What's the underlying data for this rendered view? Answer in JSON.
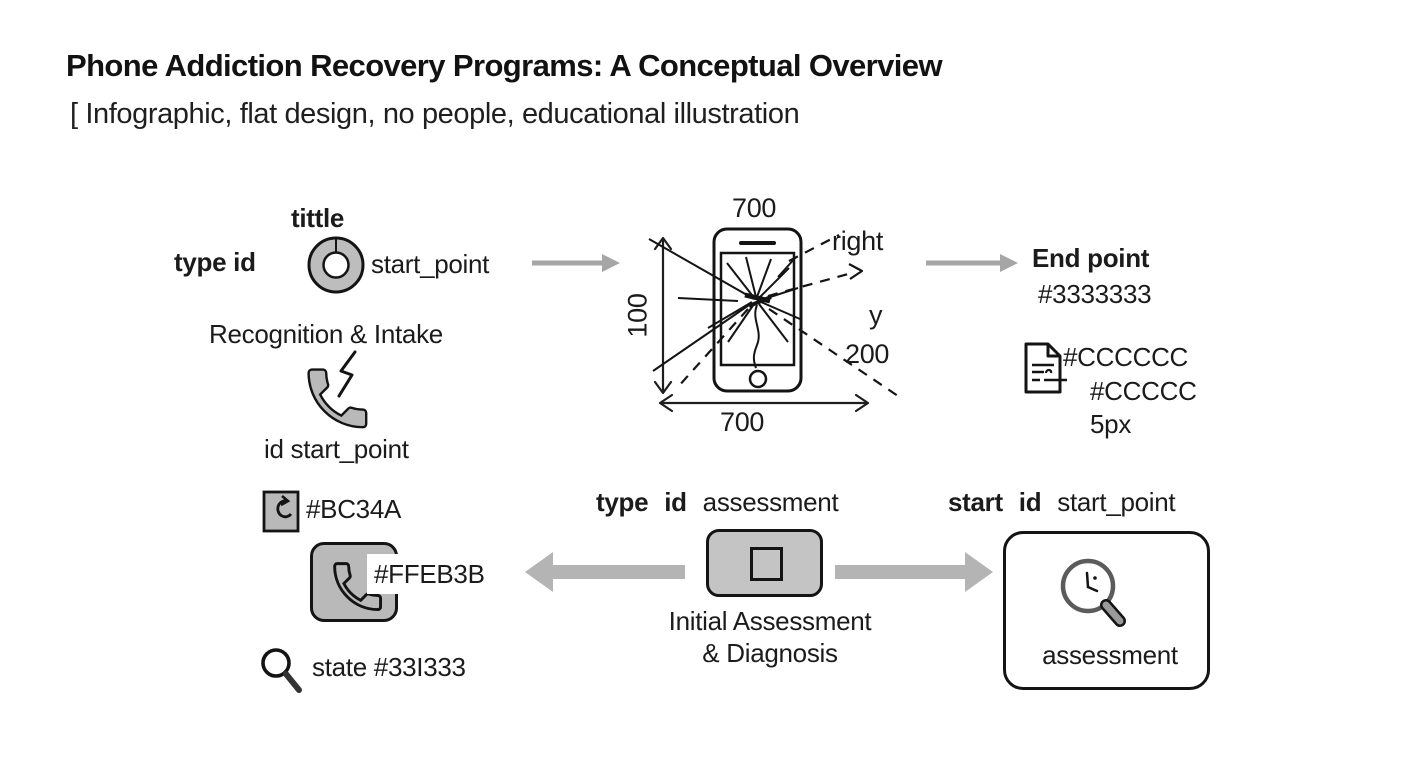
{
  "header": {
    "title": "Phone Addiction Recovery Programs: A Conceptual Overview",
    "subtitle": "[ Infographic, flat design, no people, educational illustration"
  },
  "stage_intake": {
    "tittle": "tittle",
    "type_id": "type id",
    "start_point": "start_point",
    "name": "Recognition & Intake",
    "id_caption": "id start_point"
  },
  "phone_figure": {
    "top_width": "700",
    "left_height": "100",
    "bottom_width": "700",
    "right_label": "right",
    "y_label": "y",
    "y_value": "200"
  },
  "end_point": {
    "title": "End point",
    "hex": "#3333333",
    "doc_hex1": "#CCCCCC",
    "doc_hex2": "#CCCCC",
    "stroke": "5px"
  },
  "swatches": {
    "hex_green": "#BC34A",
    "hex_yellow": "#FFEB3B",
    "state": "state #33I333"
  },
  "assessment_node": {
    "type_word": "type",
    "id_word": "id",
    "id_value": "assessment",
    "caption1": "Initial Assessment",
    "caption2": "& Diagnosis"
  },
  "start_node": {
    "start_word": "start",
    "id_word": "id",
    "id_value": "start_point",
    "label": "assessment"
  },
  "palette": {
    "icon_gray": "#b9b9b9",
    "box_gray": "#c4c4c4",
    "thin_arrow_gray": "#a6a6a6",
    "thick_arrow_gray": "#b4b4b4",
    "line_black": "#141414"
  }
}
